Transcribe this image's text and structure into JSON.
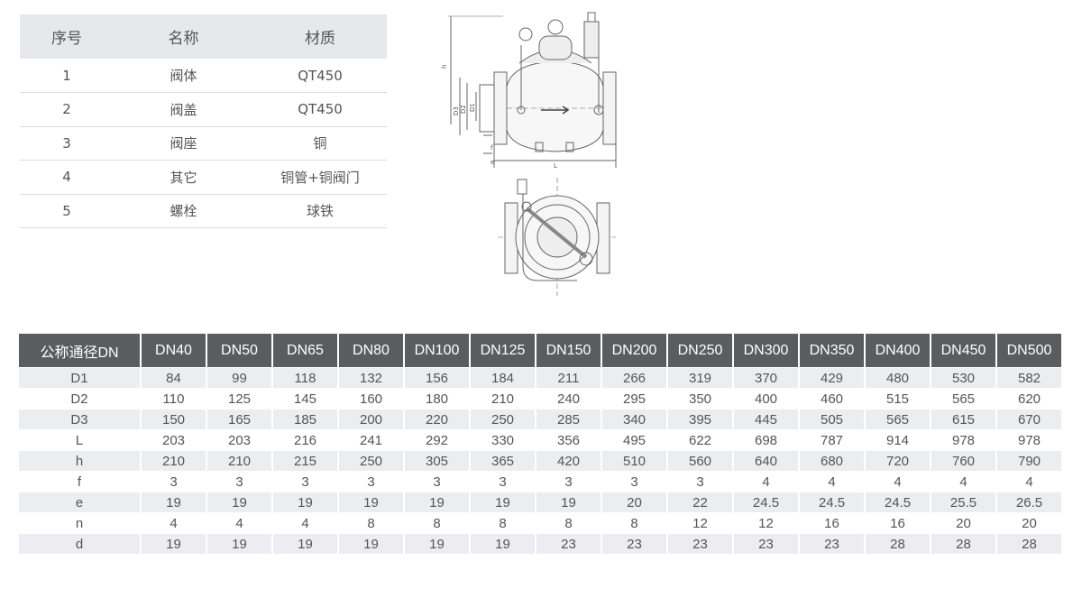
{
  "materials": {
    "headers": [
      "序号",
      "名称",
      "材质"
    ],
    "rows": [
      [
        "1",
        "阀体",
        "QT450"
      ],
      [
        "2",
        "阀盖",
        "QT450"
      ],
      [
        "3",
        "阀座",
        "铜"
      ],
      [
        "4",
        "其它",
        "铜管+铜阀门"
      ],
      [
        "5",
        "螺栓",
        "球铁"
      ]
    ]
  },
  "drawing": {
    "labels": {
      "h": "h",
      "d3": "D3",
      "d2": "D2",
      "d1": "D1",
      "f": "f",
      "e": "e",
      "l": "L"
    }
  },
  "dimensions": {
    "headers": [
      "公称通径DN",
      "DN40",
      "DN50",
      "DN65",
      "DN80",
      "DN100",
      "DN125",
      "DN150",
      "DN200",
      "DN250",
      "DN300",
      "DN350",
      "DN400",
      "DN450",
      "DN500"
    ],
    "rows": [
      [
        "D1",
        "84",
        "99",
        "118",
        "132",
        "156",
        "184",
        "211",
        "266",
        "319",
        "370",
        "429",
        "480",
        "530",
        "582"
      ],
      [
        "D2",
        "110",
        "125",
        "145",
        "160",
        "180",
        "210",
        "240",
        "295",
        "350",
        "400",
        "460",
        "515",
        "565",
        "620"
      ],
      [
        "D3",
        "150",
        "165",
        "185",
        "200",
        "220",
        "250",
        "285",
        "340",
        "395",
        "445",
        "505",
        "565",
        "615",
        "670"
      ],
      [
        "L",
        "203",
        "203",
        "216",
        "241",
        "292",
        "330",
        "356",
        "495",
        "622",
        "698",
        "787",
        "914",
        "978",
        "978"
      ],
      [
        "h",
        "210",
        "210",
        "215",
        "250",
        "305",
        "365",
        "420",
        "510",
        "560",
        "640",
        "680",
        "720",
        "760",
        "790"
      ],
      [
        "f",
        "3",
        "3",
        "3",
        "3",
        "3",
        "3",
        "3",
        "3",
        "3",
        "4",
        "4",
        "4",
        "4",
        "4"
      ],
      [
        "e",
        "19",
        "19",
        "19",
        "19",
        "19",
        "19",
        "19",
        "20",
        "22",
        "24.5",
        "24.5",
        "24.5",
        "25.5",
        "26.5"
      ],
      [
        "n",
        "4",
        "4",
        "4",
        "8",
        "8",
        "8",
        "8",
        "8",
        "12",
        "12",
        "16",
        "16",
        "20",
        "20"
      ],
      [
        "d",
        "19",
        "19",
        "19",
        "19",
        "19",
        "19",
        "23",
        "23",
        "23",
        "23",
        "23",
        "28",
        "28",
        "28"
      ]
    ]
  }
}
